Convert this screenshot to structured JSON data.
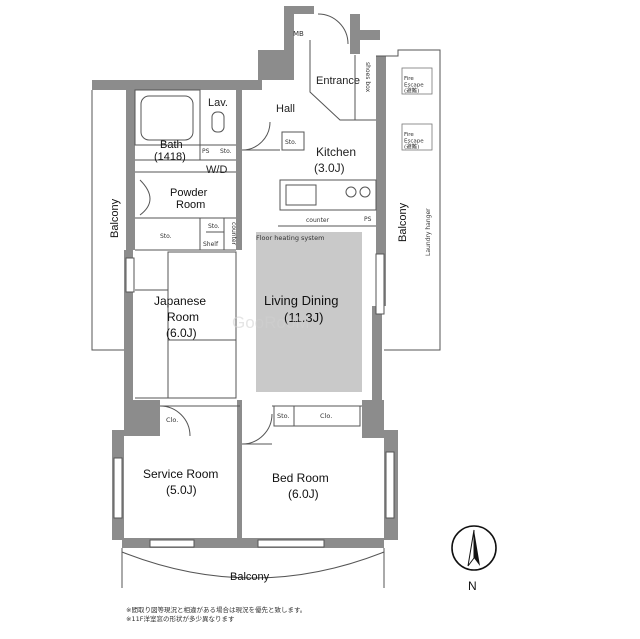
{
  "rooms": {
    "mb": "MB",
    "entrance": "Entrance",
    "shoes_box": "shoes box",
    "hall": "Hall",
    "lav": "Lav.",
    "bath_name": "Bath",
    "bath_size": "(1418)",
    "wd": "W/D",
    "ps": "PS",
    "sto": "Sto.",
    "clo": "Clo.",
    "shelf": "Shelf",
    "counter": "counter",
    "powder_line1": "Powder",
    "powder_line2": "Room",
    "kitchen_name": "Kitchen",
    "kitchen_size": "(3.0J)",
    "japanese_line1": "Japanese",
    "japanese_line2": "Room",
    "japanese_size": "(6.0J)",
    "living_name": "Living Dining",
    "living_size": "(11.3J)",
    "floor_heating": "Floor heating system",
    "service_name": "Service Room",
    "service_size": "(5.0J)",
    "bed_name": "Bed Room",
    "bed_size": "(6.0J)",
    "balcony": "Balcony",
    "laundry_hanger": "Laundry hanger",
    "fire_escape_1": "Fire\nEscape\n(避難)",
    "fire_escape_2": "Fire\nEscape\n(避難)",
    "north": "N"
  },
  "notes": [
    "※間取り図等現況と相違がある場合は現況を優先と致します。",
    "※11F洋室窓の形状が多少異なります"
  ],
  "watermark": "GooRooM",
  "colors": {
    "wall": "#8c8c8c",
    "floor_heating": "#c9c9c9",
    "line": "#555555"
  }
}
